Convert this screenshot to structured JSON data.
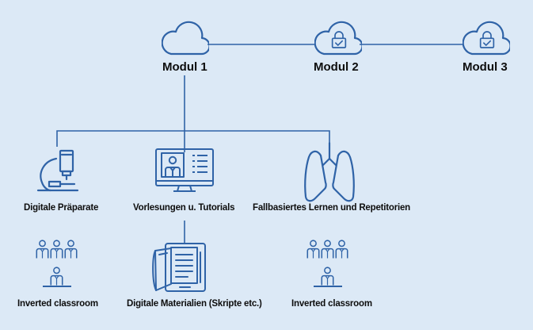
{
  "modules": [
    {
      "label": "Modul 1",
      "icon": "cloud-icon",
      "locked": false
    },
    {
      "label": "Modul 2",
      "icon": "cloud-lock-icon",
      "locked": true
    },
    {
      "label": "Modul 3",
      "icon": "cloud-lock-icon",
      "locked": true
    }
  ],
  "branches": [
    {
      "label": "Digitale Präparate",
      "icon": "microscope-icon"
    },
    {
      "label": "Vorlesungen u. Tutorials",
      "icon": "monitor-lecturer-icon"
    },
    {
      "label": "Fallbasiertes Lernen und Repetitorien",
      "icon": "lungs-icon"
    }
  ],
  "sub_items": [
    {
      "label": "Inverted classroom",
      "icon": "classroom-icon"
    },
    {
      "label": "Digitale Materialien (Skripte etc.)",
      "icon": "tablet-book-icon"
    },
    {
      "label": "Inverted classroom",
      "icon": "classroom-icon"
    }
  ],
  "colors": {
    "background": "#dce9f6",
    "stroke": "#2f63a7",
    "text": "#0d0d0d"
  }
}
